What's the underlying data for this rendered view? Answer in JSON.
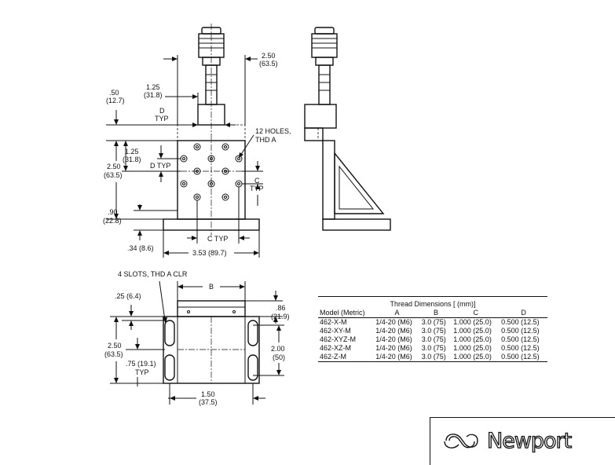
{
  "front_view": {
    "dim_2_50": "2.50",
    "dim_2_50_mm": "(63.5)",
    "dim_1_25": "1.25",
    "dim_1_25_mm": "(31.8)",
    "dim_50": ".50",
    "dim_50_mm": "(12.7)",
    "d_typ_top_1": "D",
    "d_typ_top_2": "TYP",
    "holes_1": "12 HOLES,",
    "holes_2": "THD A",
    "dim_1_25_side": "1.25",
    "dim_1_25_side_mm": "(31.8)",
    "d_typ_side": "D TYP",
    "dim_2_50_side": "2.50",
    "dim_2_50_side_mm": "(63.5)",
    "c_typ_right_1": "C",
    "c_typ_right_2": "TYP",
    "dim_90": ".90",
    "dim_90_mm": "(22.8)",
    "c_typ_bottom": "C TYP",
    "dim_34": ".34 (8.6)",
    "dim_3_53": "3.53 (89.7)"
  },
  "top_view": {
    "slots": "4 SLOTS, THD A CLR",
    "b_label": "B",
    "dim_25": ".25 (6.4)",
    "dim_86": ".86",
    "dim_86_mm": "(21.9)",
    "dim_2_50": "2.50",
    "dim_2_50_mm": "(63.5)",
    "dim_2_00": "2.00",
    "dim_2_00_mm": "(50)",
    "dim_75": ".75 (19.1)",
    "dim_75_typ": "TYP",
    "dim_1_50": "1.50",
    "dim_1_50_mm": "(37.5)"
  },
  "thread_table": {
    "title": "Thread Dimensions [ (mm)]",
    "headers": [
      "Model (Metric)",
      "A",
      "B",
      "C",
      "D"
    ],
    "rows": [
      [
        "462-X-M",
        "1/4-20 (M6)",
        "3.0 (75)",
        "1.000 (25.0)",
        "0.500 (12.5)"
      ],
      [
        "462-XY-M",
        "1/4-20 (M6)",
        "3.0 (75)",
        "1.000 (25.0)",
        "0.500 (12.5)"
      ],
      [
        "462-XYZ-M",
        "1/4-20 (M6)",
        "3.0 (75)",
        "1.000 (25.0)",
        "0.500 (12.5)"
      ],
      [
        "462-XZ-M",
        "1/4-20 (M6)",
        "3.0 (75)",
        "1.000 (25.0)",
        "0.500 (12.5)"
      ],
      [
        "462-Z-M",
        "1/4-20 (M6)",
        "3.0 (75)",
        "1.000 (25.0)",
        "0.500 (12.5)"
      ]
    ]
  },
  "logo": {
    "text": "Newport",
    "icon": "newport-swirl-icon",
    "line_color": "#111111"
  }
}
